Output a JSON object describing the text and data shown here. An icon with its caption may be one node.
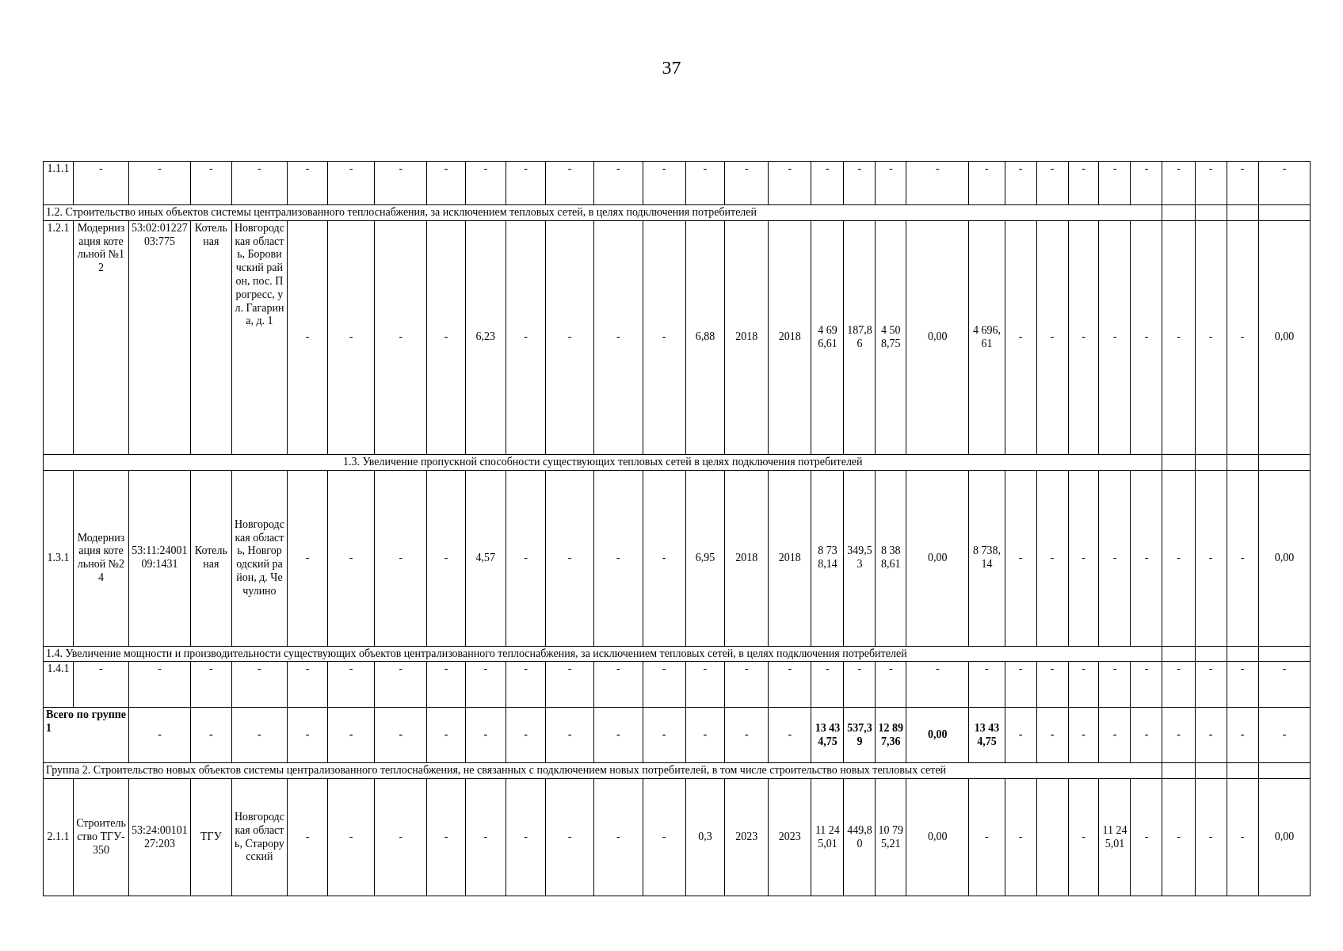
{
  "diagram": {
    "labels": [
      "37",
      "1.1.1",
      "-",
      "-",
      "-",
      "-",
      "-",
      "-",
      "-",
      "-",
      "-",
      "-",
      "-",
      "-",
      "-",
      "-",
      "-",
      "-",
      "-",
      "-",
      "-",
      "-",
      "-",
      "-",
      "-",
      "-",
      "-",
      "-",
      "-",
      "-",
      "-",
      "-",
      "1.2. Строительство иных объектов системы централизованного теплоснабжения, за исключением тепловых сетей, в целях подключения потребителей",
      "1.2.1",
      "Модернизация котельной №12",
      "53:02:0122703:775",
      "Котельная",
      "Новгородская область, Боровичский район, пос. Прогресс, ул. Гагарина, д. 1",
      "-",
      "-",
      "-",
      "-",
      "6,23",
      "-",
      "-",
      "-",
      "-",
      "6,88",
      "2018",
      "2018",
      "4 696,61",
      "187,86",
      "4 508,75",
      "0,00",
      "4 696,61",
      "-",
      "-",
      "-",
      "-",
      "-",
      "-",
      "-",
      "-",
      "0,00",
      "1.3. Увеличение пропускной способности существующих тепловых сетей в целях подключения потребителей",
      "1.3.1",
      "Модернизация котельной №24",
      "53:11:2400109:1431",
      "Котельная",
      "Новгородская область, Новгородский район, д. Чечулино",
      "-",
      "-",
      "-",
      "-",
      "4,57",
      "-",
      "-",
      "-",
      "-",
      "6,95",
      "2018",
      "2018",
      "8 738,14",
      "349,53",
      "8 388,61",
      "0,00",
      "8 738,14",
      "-",
      "-",
      "-",
      "-",
      "-",
      "-",
      "-",
      "-",
      "0,00",
      "1.4. Увеличение мощности и производительности существующих объектов централизованного теплоснабжения, за исключением тепловых сетей, в  целях подключения потребителей",
      "1.4.1",
      "-",
      "-",
      "-",
      "-",
      "-",
      "-",
      "-",
      "-",
      "-",
      "-",
      "-",
      "-",
      "-",
      "-",
      "-",
      "-",
      "-",
      "-",
      "-",
      "-",
      "-",
      "-",
      "-",
      "-",
      "-",
      "-",
      "-",
      "-",
      "-",
      "-",
      "Всего по группе 1",
      "-",
      "-",
      "-",
      "-",
      "-",
      "-",
      "-",
      "-",
      "-",
      "-",
      "-",
      "-",
      "-",
      "-",
      "-",
      "13 434,75",
      "537,39",
      "12 897,36",
      "0,00",
      "13 434,75",
      "-",
      "-",
      "-",
      "-",
      "-",
      "-",
      "-",
      "-",
      "-",
      "Группа 2. Строительство новых объектов системы централизованного теплоснабжения, не связанных с подключением новых потребителей, в том числе строительство новых тепловых сетей",
      "2.1.1",
      "Строительство ТГУ-350",
      "53:24:0010127:203",
      "ТГУ",
      "Новгородская область, Старорусский",
      "-",
      "-",
      "-",
      "-",
      "-",
      "-",
      "-",
      "-",
      "-",
      "0,3",
      "2023",
      "2023",
      "11 245,01",
      "449,80",
      "10 795,21",
      "0,00",
      "-",
      "-",
      "-",
      "11 245,01",
      "-",
      "-",
      "-",
      "-",
      "0,00"
    ]
  }
}
